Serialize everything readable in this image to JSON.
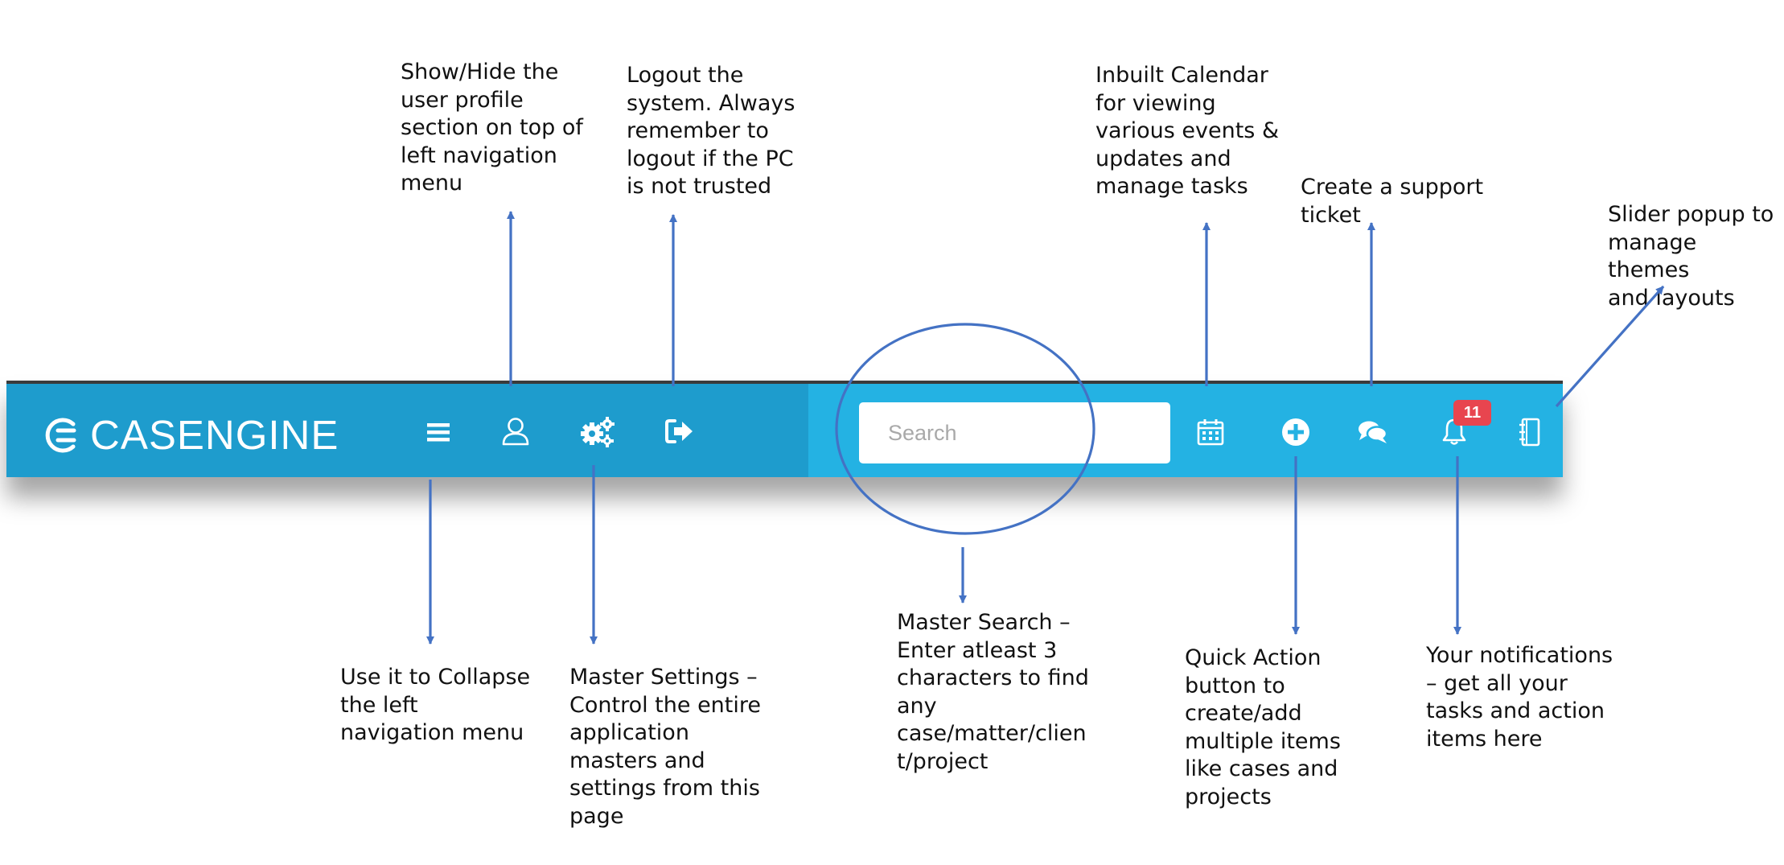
{
  "app": {
    "brand": "CASENGINE"
  },
  "toolbar": {
    "search_placeholder": "Search",
    "notification_count": "11",
    "colors": {
      "left_bar": "#1e9ccd",
      "right_bar": "#24b2e3",
      "badge": "#e8454f",
      "annotation_lines": "#4472c4"
    },
    "icons": [
      "menu-icon",
      "user-icon",
      "cogs-icon",
      "logout-icon",
      "calendar-icon",
      "plus-circle-icon",
      "chat-icon",
      "bell-icon",
      "notebook-icon"
    ]
  },
  "annotations": {
    "profile": "Show/Hide the\nuser profile\nsection on top of\nleft navigation\nmenu",
    "logout": "Logout the\nsystem. Always\nremember to\nlogout if the PC\nis not trusted",
    "calendar": "Inbuilt Calendar\nfor viewing\nvarious events &\nupdates and\nmanage tasks",
    "support": "Create a support\nticket",
    "themes": "Slider popup to\nmanage themes\nand layouts",
    "collapse": "Use it to Collapse\nthe left\nnavigation menu",
    "settings": "Master Settings –\nControl the entire\napplication\nmasters and\nsettings from this\npage",
    "search": "Master Search –\nEnter atleast 3\ncharacters to find\nany\ncase/matter/clien\nt/project",
    "quick_action": "Quick Action\nbutton to\ncreate/add\nmultiple items\nlike cases and\nprojects",
    "notifications": "Your notifications\n– get all your\ntasks and action\nitems here"
  }
}
